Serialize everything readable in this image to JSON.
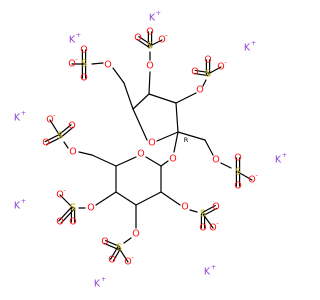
{
  "diagram": {
    "type": "chemical-structure",
    "colors": {
      "bond": "#000000",
      "carbon": "#000000",
      "oxygen": "#ff0d0d",
      "sulfur": "#b8a600",
      "potassium": "#8f40d4"
    },
    "potassium_ions": [
      {
        "symbol": "K",
        "charge": "+"
      },
      {
        "symbol": "K",
        "charge": "+"
      },
      {
        "symbol": "K",
        "charge": "+"
      },
      {
        "symbol": "K",
        "charge": "+"
      },
      {
        "symbol": "K",
        "charge": "+"
      },
      {
        "symbol": "K",
        "charge": "+"
      },
      {
        "symbol": "K",
        "charge": "+"
      },
      {
        "symbol": "K",
        "charge": "+"
      }
    ],
    "stereo_label": "R",
    "atom_symbols": {
      "oxygen": "O",
      "sulfur": "S",
      "charge_minus": "-"
    }
  }
}
